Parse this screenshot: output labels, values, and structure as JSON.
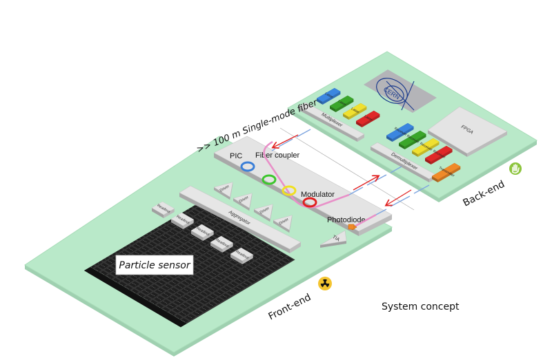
{
  "title": "System concept",
  "fiber_label": ">> 100 m Single-mode fiber",
  "front_end": {
    "label": "Front-end",
    "icon": "radiation-hazard-icon",
    "pic_label": "PIC",
    "fiber_coupler_label": "Fiber coupler",
    "modulator_label": "Modulator",
    "photodiode_label": "Photodiode",
    "tia_label": "TIA",
    "aggregator_label": "Aggregator",
    "driver_labels": [
      "Driver",
      "Driver",
      "Driver",
      "Driver"
    ],
    "readout_labels": [
      "Readout",
      "Readout",
      "Readout",
      "Readout",
      "Readout"
    ],
    "sensor_label": "Particle sensor",
    "ring_colors": [
      "#3a7fd8",
      "#3cc62c",
      "#f0e020",
      "#e02020"
    ]
  },
  "back_end": {
    "label": "Back-end",
    "icon": "safe-hand-icon",
    "logo_text": "CERN",
    "multiplexer_label": "Multiplexer",
    "demultiplexer_label": "Demultiplexer",
    "fpga_label": "FPGA",
    "lasers": [
      {
        "label": "Laser",
        "color": "#3b86e0"
      },
      {
        "label": "Laser",
        "color": "#3aa62a"
      },
      {
        "label": "Laser",
        "color": "#f0e030"
      },
      {
        "label": "Laser",
        "color": "#e02828"
      }
    ],
    "receivers": [
      {
        "label": "Receiver",
        "color": "#3b86e0"
      },
      {
        "label": "Receiver",
        "color": "#3aa62a"
      },
      {
        "label": "Receiver",
        "color": "#f0e030"
      },
      {
        "label": "Receiver",
        "color": "#e02828"
      }
    ],
    "transmitter": {
      "label": "Transmitter",
      "color": "#f08a28"
    }
  },
  "colors": {
    "board": "#b9e9c9",
    "board_edge": "#9fd0b0",
    "chip": "#e4e4e4",
    "chip_side": "#b0b0b0",
    "fiber_blue": "#7fa6e0",
    "arrow_red": "#e02020",
    "waveguide": "#e890c8"
  }
}
